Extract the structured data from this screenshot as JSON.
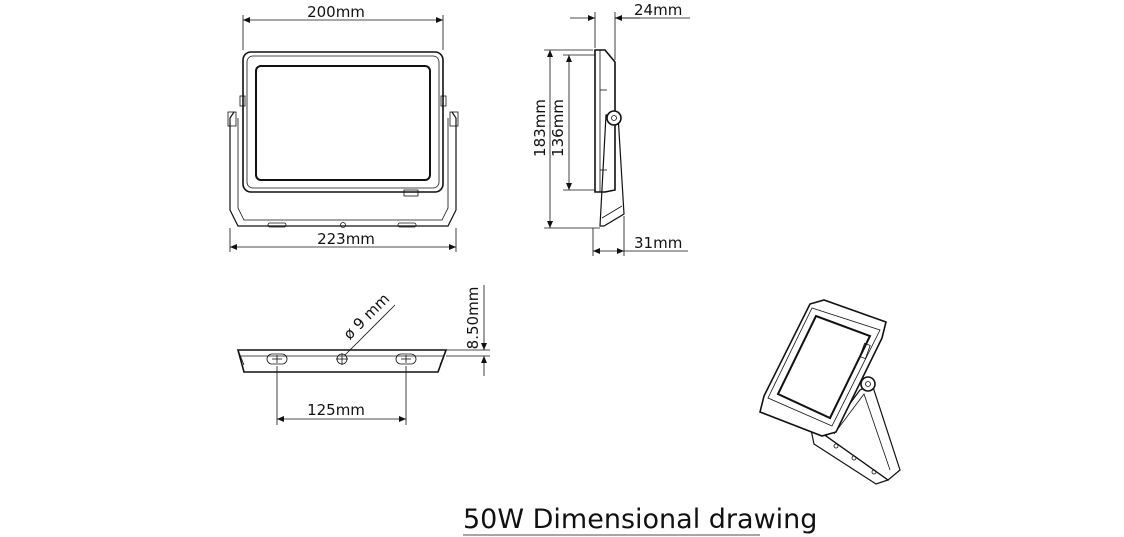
{
  "title": "50W Dimensional drawing",
  "dimensions": {
    "front_width": "200mm",
    "bracket_width": "223mm",
    "side_depth_top": "24mm",
    "side_depth_bottom": "31mm",
    "overall_height": "183mm",
    "panel_height": "136mm",
    "hole_diameter": "ø 9 mm",
    "bracket_thickness": "8.50mm",
    "hole_spacing": "125mm"
  }
}
